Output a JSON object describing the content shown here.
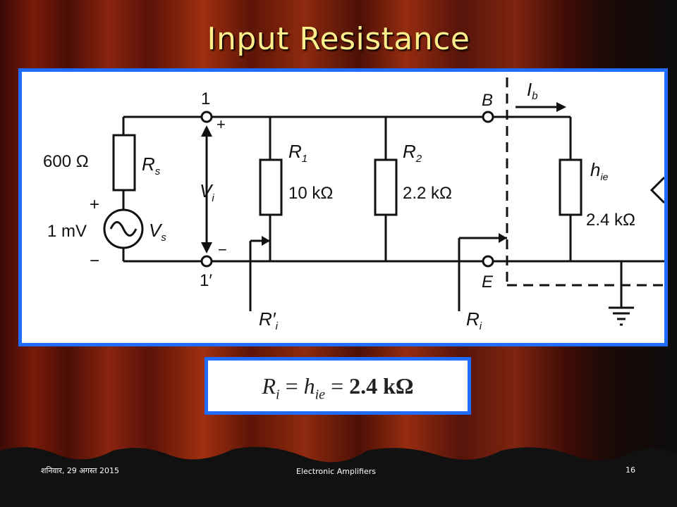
{
  "slide": {
    "title": "Input Resistance",
    "footer_date": "शनिवार, 29 अगस्त 2015",
    "footer_center": "Electronic Amplifiers",
    "footer_page": "16"
  },
  "circuit": {
    "node1": "1",
    "node1p": "1′",
    "nodeB": "B",
    "nodeE": "E",
    "ib": "I",
    "ib_sub": "b",
    "rs_value": "600 Ω",
    "rs": "R",
    "rs_sub": "s",
    "vs_value": "1 mV",
    "vs": "V",
    "vs_sub": "s",
    "plus": "+",
    "minus": "−",
    "vi": "V",
    "vi_sub": "i",
    "r1": "R",
    "r1_sub": "1",
    "r1_value": "10 kΩ",
    "r2": "R",
    "r2_sub": "2",
    "r2_value": "2.2 kΩ",
    "hie": "h",
    "hie_sub": "ie",
    "hie_value": "2.4 kΩ",
    "ri_prime": "R′",
    "ri_prime_sub": "i",
    "ri": "R",
    "ri_sub": "i"
  },
  "equation": {
    "lhs": "R",
    "lhs_sub": "i",
    "eq1": " = ",
    "mid": "h",
    "mid_sub": "ie",
    "eq2": " = ",
    "rhs": "2.4 kΩ"
  }
}
